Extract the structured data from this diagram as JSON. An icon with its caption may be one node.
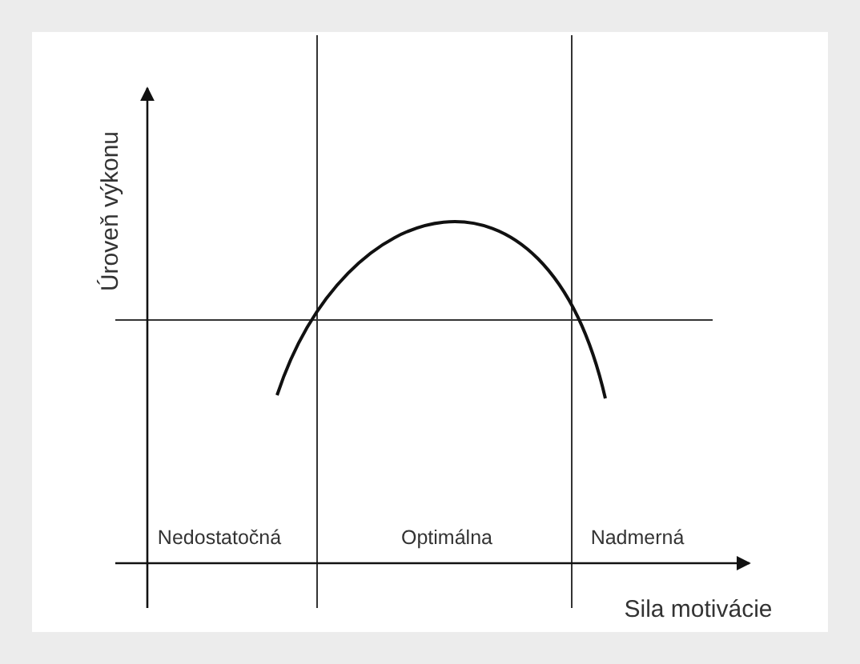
{
  "diagram": {
    "labels": [
      "Úroveň výkonu",
      "Nedostatočná",
      "Optimálna",
      "Nadmerná",
      "Sila motivácie"
    ]
  }
}
